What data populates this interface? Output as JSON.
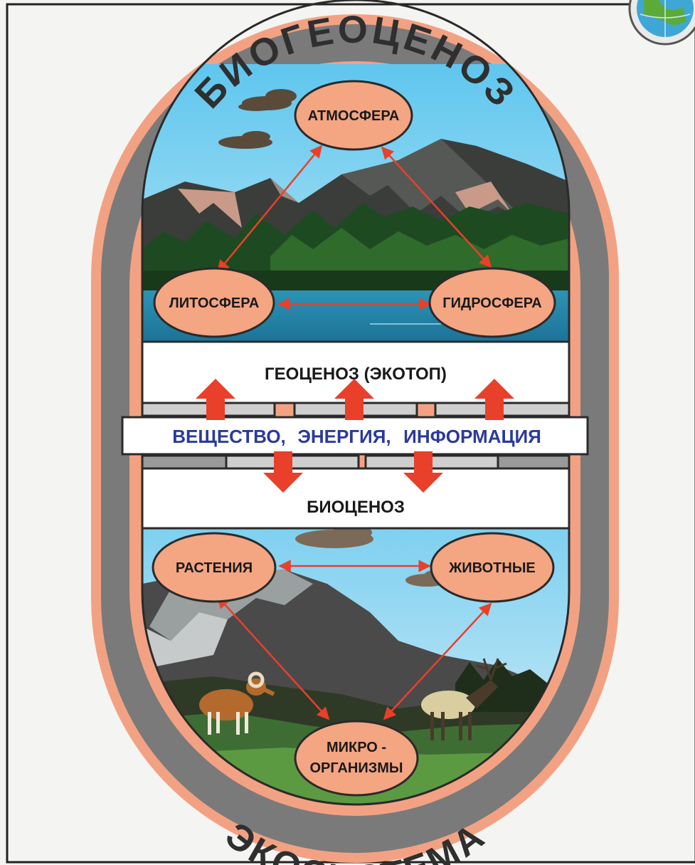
{
  "diagram": {
    "arc_top": "БИОГЕОЦЕНОЗ",
    "arc_bottom": "ЭКОСИСТЕМА",
    "geocenosis": {
      "title": "ГЕОЦЕНОЗ (ЭКОТОП)",
      "nodes": {
        "atmosphere": "АТМОСФЕРА",
        "lithosphere": "ЛИТОСФЕРА",
        "hydrosphere": "ГИДРОСФЕРА"
      }
    },
    "exchange": {
      "words": [
        "ВЕЩЕСТВО,",
        "ЭНЕРГИЯ,",
        "ИНФОРМАЦИЯ"
      ]
    },
    "biocenosis": {
      "title": "БИОЦЕНОЗ",
      "nodes": {
        "plants": "РАСТЕНИЯ",
        "animals": "ЖИВОТНЫЕ",
        "micro_line1": "МИКРО -",
        "micro_line2": "ОРГАНИЗМЫ"
      }
    }
  },
  "colors": {
    "node_fill": "#f4a582",
    "arrow_red": "#e8402a",
    "ring_gray": "#7a7a7a",
    "ring_salmon": "#f2a283",
    "exchange_text": "#2b3a9a"
  }
}
